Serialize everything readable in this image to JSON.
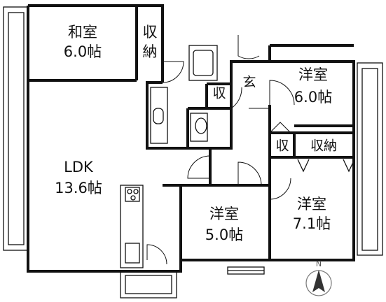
{
  "rooms": {
    "washitsu": {
      "name": "和室",
      "size": "6.0帖"
    },
    "shuno_top": {
      "line1": "収",
      "line2": "納"
    },
    "genkan": {
      "name": "玄"
    },
    "shu_small_upper": {
      "name": "収"
    },
    "yoshitsu_ne": {
      "name": "洋室",
      "size": "6.0帖"
    },
    "shu_small_mid": {
      "name": "収"
    },
    "shuno_mid": {
      "name": "収納"
    },
    "ldk": {
      "name": "LDK",
      "size": "13.6帖"
    },
    "yoshitsu_center": {
      "name": "洋室",
      "size": "5.0帖"
    },
    "yoshitsu_se": {
      "name": "洋室",
      "size": "7.1帖"
    }
  },
  "compass": {
    "label": "N"
  },
  "colors": {
    "wall": "#111111",
    "background": "#ffffff",
    "compass_fill": "#333333"
  }
}
